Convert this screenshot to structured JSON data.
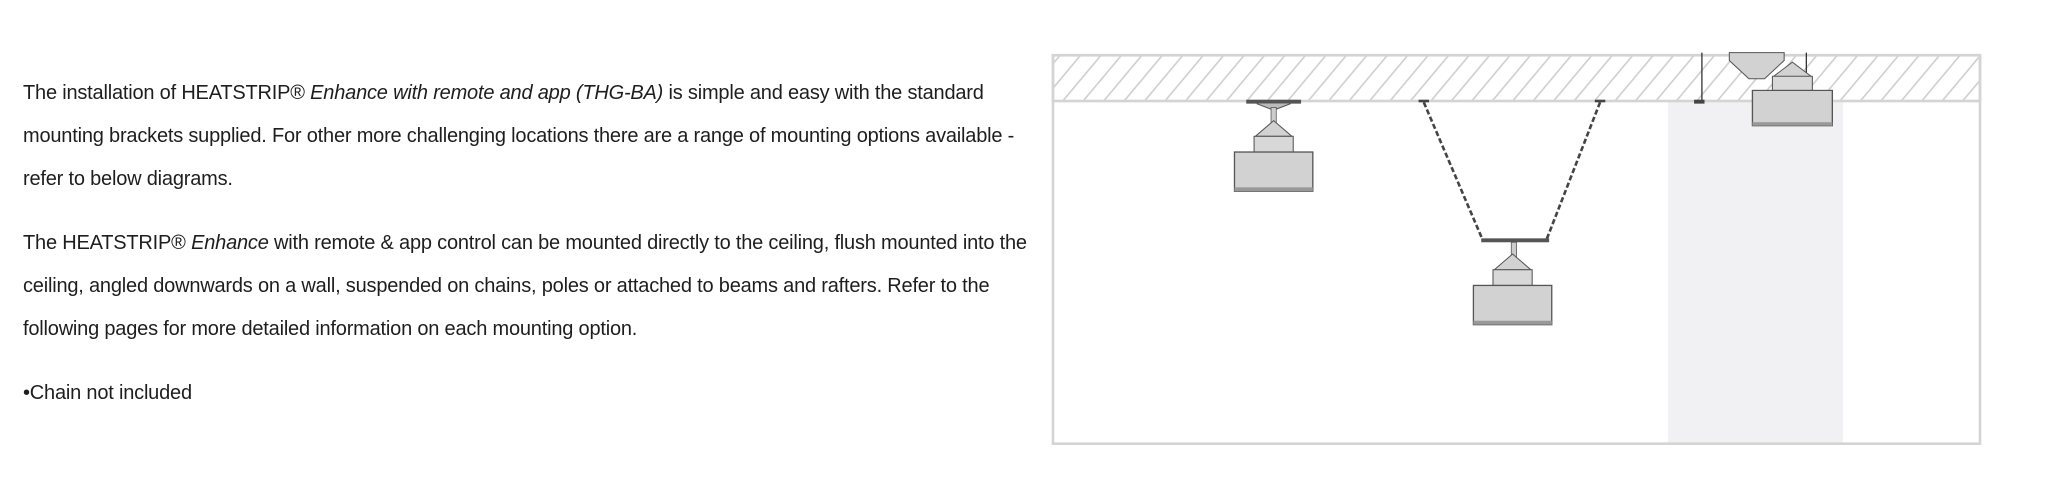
{
  "intro": {
    "p1_a": "The installation of HEATSTRIP® ",
    "p1_em": "Enhance with remote and app (THG-BA)",
    "p1_b": " is simple and easy with the standard mounting brackets supplied. For other more challenging locations there are a range of mounting options available - refer to below diagrams.",
    "p2_a": "The HEATSTRIP® ",
    "p2_em": "Enhance",
    "p2_b": " with remote & app control can be mounted directly to the ceiling, flush mounted into the ceiling, angled downwards on a wall, suspended on chains, poles or attached to beams and rafters. Refer to the following pages for more detailed information on each mounting option.",
    "note": "•Chain not included"
  },
  "diagram": {
    "mounting_options": [
      "ceiling-mounted",
      "chain-suspended",
      "flush-mounted"
    ],
    "colors": {
      "frame": "#d4d4d4",
      "heater": "#d2d2d2",
      "outline": "#555555",
      "recess": "#f1f1f3"
    }
  }
}
